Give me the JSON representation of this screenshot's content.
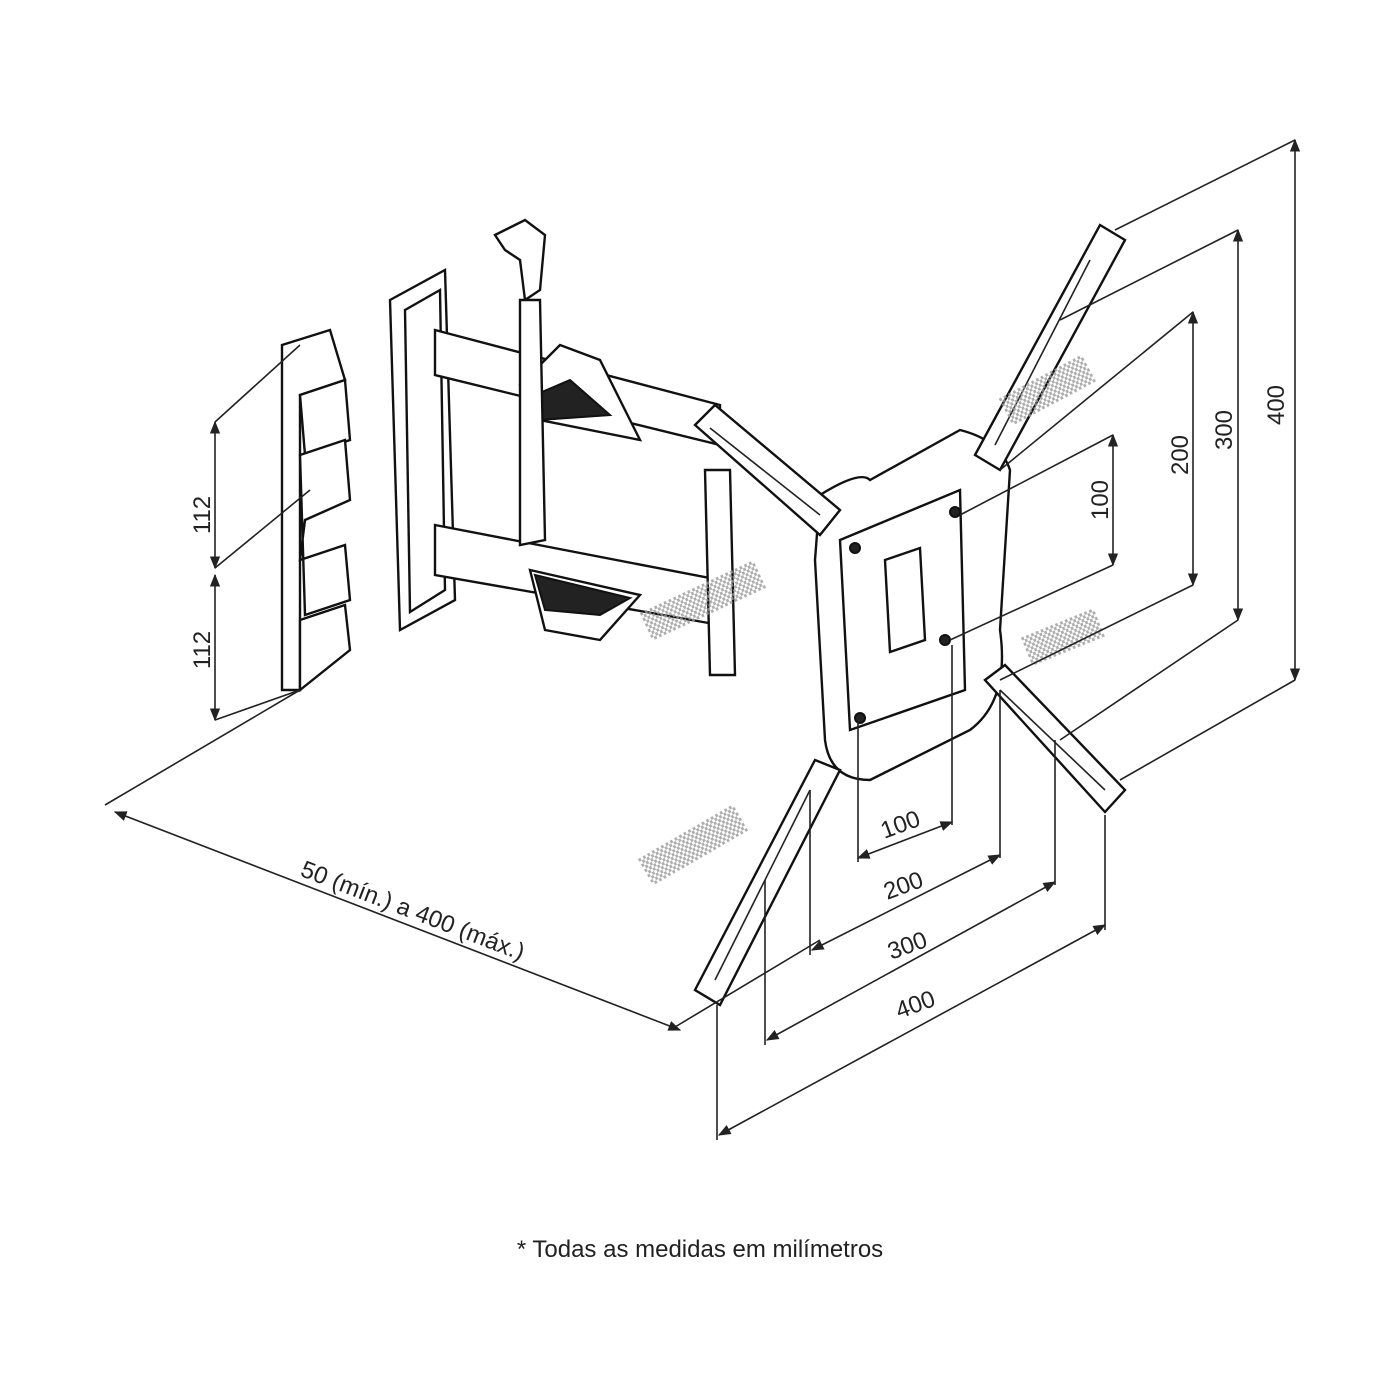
{
  "dimensions": {
    "wall_spacing_upper": "112",
    "wall_spacing_lower": "112",
    "extension": "50 (mín.) a 400 (máx.)",
    "vertical": [
      "100",
      "200",
      "300",
      "400"
    ],
    "horizontal": [
      "100",
      "200",
      "300",
      "400"
    ]
  },
  "footer": "* Todas as medidas em milímetros"
}
